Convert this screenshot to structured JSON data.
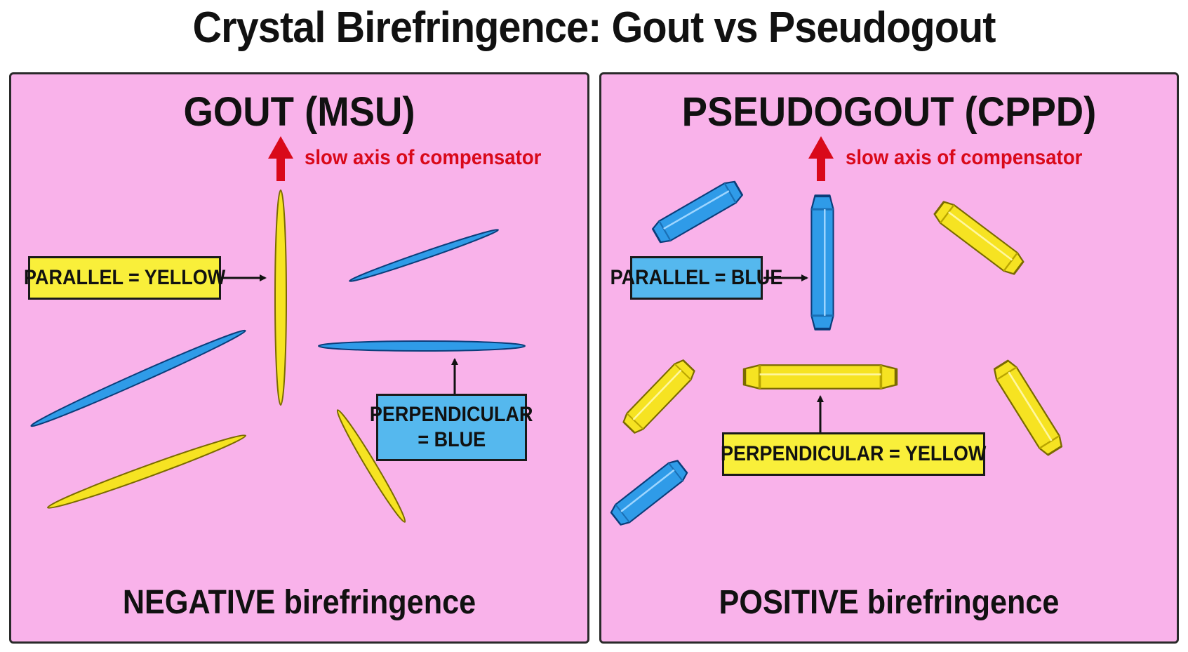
{
  "title": "Crystal Birefringence: Gout vs Pseudogout",
  "colors": {
    "panel_bg": "#f9b2ea",
    "crystal_yellow": "#f6e322",
    "crystal_blue": "#2f9be8",
    "axis_arrow": "#d9091a"
  },
  "left_panel": {
    "title": "GOUT (MSU)",
    "axis_label": "slow axis of compensator",
    "parallel_label": "PARALLEL = YELLOW",
    "perpendicular_label_line1": "PERPENDICULAR",
    "perpendicular_label_line2": "= BLUE",
    "footer": "NEGATIVE birefringence"
  },
  "right_panel": {
    "title": "PSEUDOGOUT (CPPD)",
    "axis_label": "slow axis of compensator",
    "parallel_label": "PARALLEL = BLUE",
    "perpendicular_label": "PERPENDICULAR = YELLOW",
    "footer": "POSITIVE birefringence"
  }
}
